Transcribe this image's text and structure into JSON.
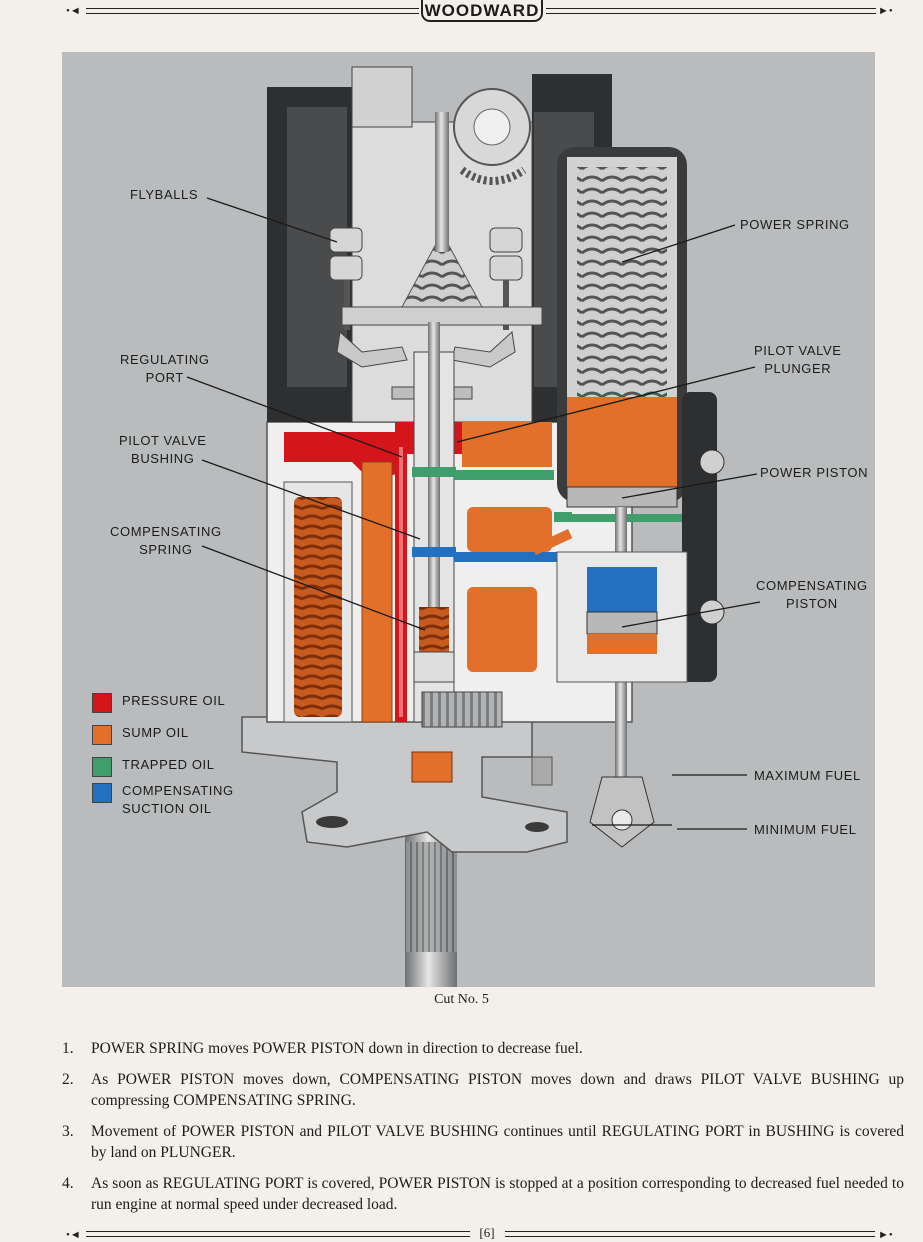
{
  "header": {
    "brand": "WOODWARD"
  },
  "figure": {
    "labels": {
      "flyballs": "FLYBALLS",
      "regulating_port": "REGULATING\nPORT",
      "pilot_valve_bushing": "PILOT VALVE\nBUSHING",
      "compensating_spring": "COMPENSATING\nSPRING",
      "power_spring": "POWER SPRING",
      "pilot_valve_plunger": "PILOT VALVE\nPLUNGER",
      "power_piston": "POWER PISTON",
      "compensating_piston": "COMPENSATING\nPISTON",
      "maximum_fuel": "MAXIMUM FUEL",
      "minimum_fuel": "MINIMUM FUEL"
    },
    "legend": [
      {
        "label": "PRESSURE OIL",
        "color": "#d4161c"
      },
      {
        "label": "SUMP OIL",
        "color": "#e2702b"
      },
      {
        "label": "TRAPPED OIL",
        "color": "#3f9e6b"
      },
      {
        "label": "COMPENSATING\nSUCTION OIL",
        "color": "#2370c0"
      }
    ],
    "colors": {
      "pressure_oil": "#d4161c",
      "sump_oil": "#e2702b",
      "trapped_oil": "#3f9e6b",
      "compensating_suction_oil": "#2370c0"
    }
  },
  "caption": "Cut No. 5",
  "steps": [
    {
      "num": "1.",
      "text": "POWER SPRING moves POWER PISTON down in direction to decrease fuel."
    },
    {
      "num": "2.",
      "text": "As POWER PISTON moves down, COMPENSATING PISTON moves down and draws PILOT VALVE BUSHING up compressing COMPENSATING SPRING."
    },
    {
      "num": "3.",
      "text": "Movement of POWER PISTON and PILOT VALVE BUSHING continues until REGULATING PORT in BUSHING is covered by land on PLUNGER."
    },
    {
      "num": "4.",
      "text": "As soon as REGULATING PORT is covered, POWER PISTON is stopped at a position corresponding to decreased fuel needed to run engine at normal speed under decreased load."
    }
  ],
  "footer": {
    "page_number": "[6]"
  }
}
